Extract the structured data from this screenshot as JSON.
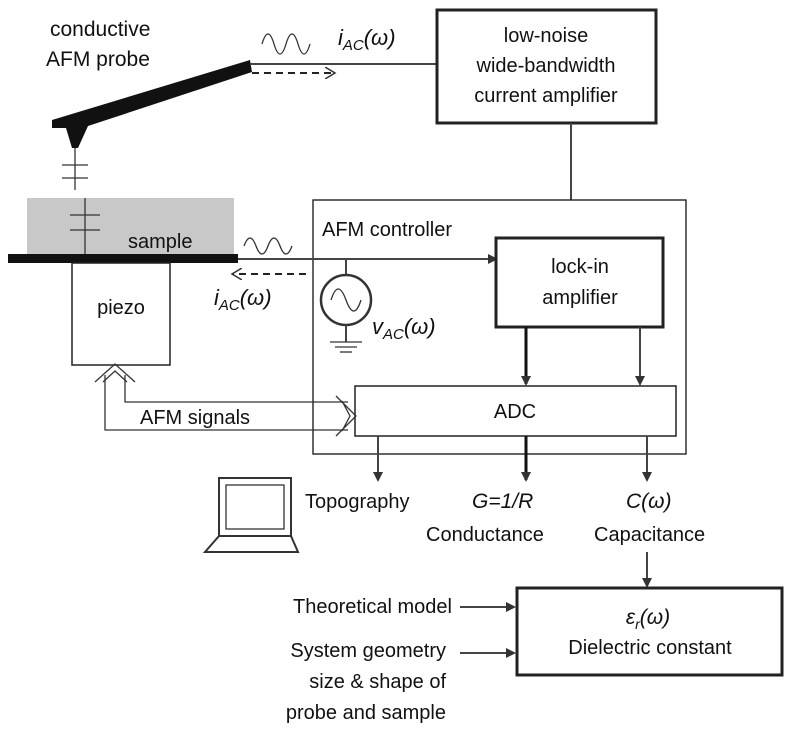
{
  "labels": {
    "probe_line1": "conductive",
    "probe_line2": "AFM probe",
    "iac_top": "i",
    "iac_sub": "AC",
    "iac_arg": "(ω)",
    "iac_bottom": "i",
    "iac_bottom_sub": "AC",
    "iac_bottom_arg": "(ω)",
    "current_amp_line1": "low-noise",
    "current_amp_line2": "wide-bandwidth",
    "current_amp_line3": "current amplifier",
    "sample": "sample",
    "piezo": "piezo",
    "afm_controller": "AFM controller",
    "lockin_line1": "lock-in",
    "lockin_line2": "amplifier",
    "vac": "v",
    "vac_sub": "AC",
    "vac_arg": "(ω)",
    "afm_signals": "AFM signals",
    "adc": "ADC",
    "topography": "Topography",
    "g_label": "G=1/R",
    "conductance": "Conductance",
    "c_label": "C(ω)",
    "capacitance": "Capacitance",
    "theoretical_model": "Theoretical model",
    "system_geometry_line1": "System geometry",
    "system_geometry_line2": "size & shape of",
    "system_geometry_line3": "probe and sample",
    "eps_symbol": "ε",
    "eps_sub": "r",
    "eps_arg": "(ω)",
    "dielectric_constant": "Dielectric constant"
  },
  "colors": {
    "sample_fill": "#c8c8c8",
    "line": "#444444",
    "text": "#111111"
  }
}
